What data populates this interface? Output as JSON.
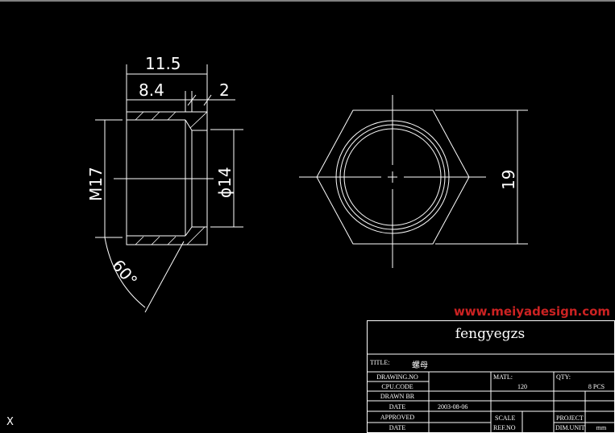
{
  "drawing": {
    "dims": {
      "overall_length": "11.5",
      "thread_length": "8.4",
      "chamfer": "2",
      "thread": "M17",
      "bore": "ϕ14",
      "angle": "60°",
      "across_flats": "19"
    }
  },
  "title_block": {
    "company": "fengyegzs",
    "title_label": "TITLE:",
    "title_value": "螺母",
    "drawing_no_label": "DRAWING.NO",
    "cpu_code_label": "CPU.CODE",
    "drawn_by_label": "DRAWN BR",
    "date_label": "DATE",
    "date_value": "2003-08-06",
    "approved_label": "APPROVED",
    "date2_label": "DATE",
    "mat_label": "MATL:",
    "mat_value": "120",
    "qty_label": "QTY:",
    "qty_value": "8 PCS",
    "scale_label": "SCALE",
    "ref_no_label": "REF.NO",
    "project_label": "PROJECT",
    "dim_unit_label": "DIM.UNIT",
    "dim_unit_value": "mm",
    "watermark": "www.meiyadesign.com"
  },
  "ucs_label": "X",
  "colors": {
    "line": "#ffffff",
    "background": "#000000",
    "watermark": "#cc2222"
  }
}
